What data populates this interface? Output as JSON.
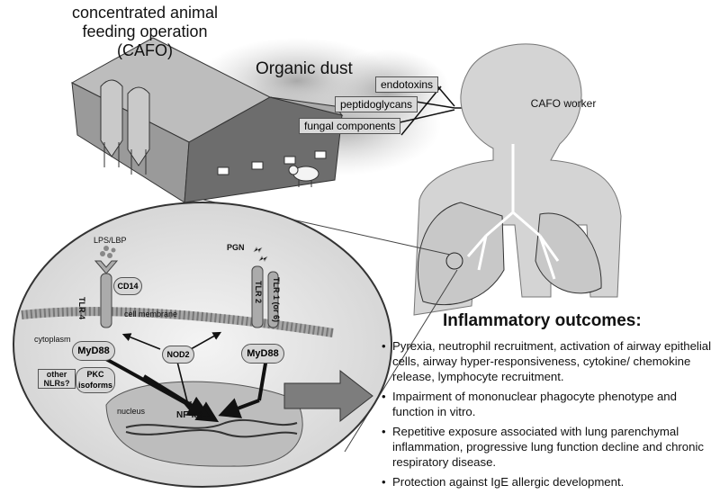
{
  "cafo": {
    "title": "concentrated animal feeding operation (CAFO)"
  },
  "dust": {
    "label": "Organic dust",
    "components": [
      "endotoxins",
      "peptidoglycans",
      "fungal components"
    ]
  },
  "worker": {
    "label": "CAFO worker"
  },
  "cell": {
    "lps": "LPS/LBP",
    "cd14": "CD14",
    "tlr4": "TLR 4",
    "pgn": "PGN",
    "tlr2": "TLR 2",
    "tlr1": "TLR 1 (or 6)",
    "membrane": "cell membrane",
    "cytoplasm": "cytoplasm",
    "myd88_left": "MyD88",
    "myd88_right": "MyD88",
    "nod2": "NOD2",
    "other_nlrs": "other NLRs?",
    "pkc": "PKC isoforms",
    "nucleus": "nucleus",
    "nfkb": "NF-κB"
  },
  "outcomes": {
    "title": "Inflammatory outcomes:",
    "items": [
      "Pyrexia, neutrophil recruitment, activation of airway epithelial cells, airway hyper-responsiveness, cytokine/ chemokine release, lymphocyte recruitment.",
      "Impairment of mononuclear phagocyte phenotype and function in vitro.",
      "Repetitive exposure associated with lung parenchymal inflammation, progressive lung function decline and chronic respiratory disease.",
      "Protection against IgE allergic development."
    ]
  }
}
